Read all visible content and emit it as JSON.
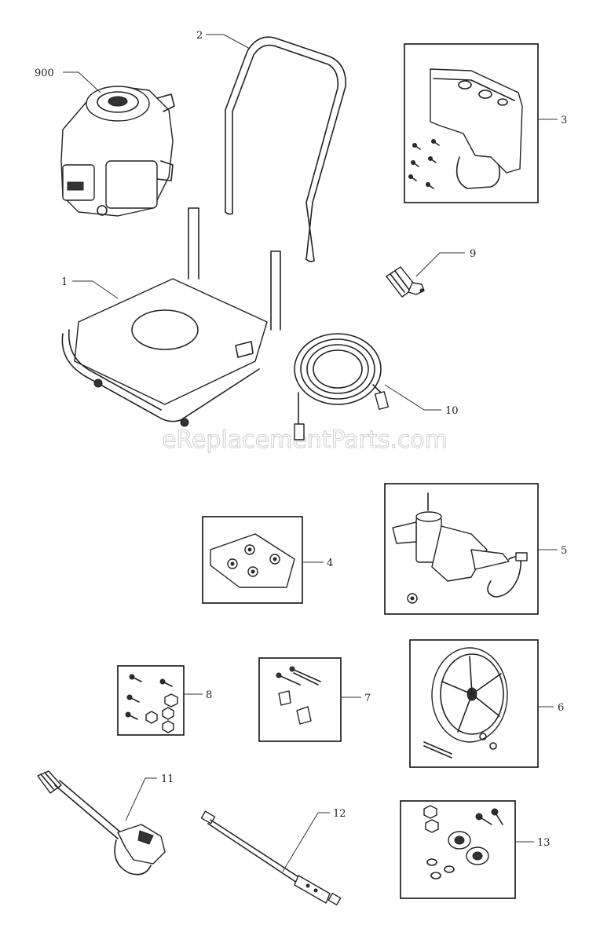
{
  "watermark": "eReplacementParts.com",
  "callouts": {
    "p900": "900",
    "p2": "2",
    "p3": "3",
    "p1": "1",
    "p9": "9",
    "p10": "10",
    "p4": "4",
    "p5": "5",
    "p8": "8",
    "p7": "7",
    "p6": "6",
    "p11": "11",
    "p12": "12",
    "p13": "13"
  }
}
